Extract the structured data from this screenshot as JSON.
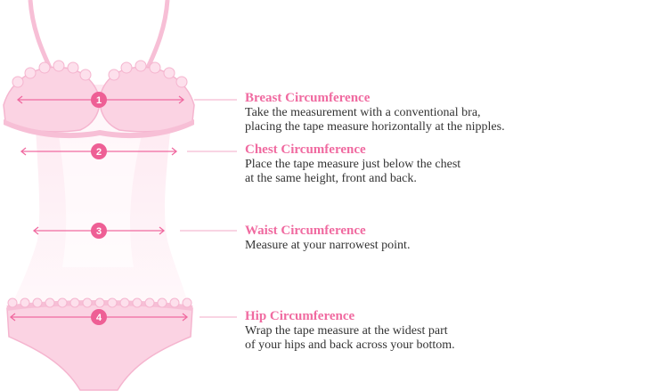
{
  "colors": {
    "accent": "#f06aa0",
    "badge": "#ee5f95",
    "text": "#333333",
    "garment": "#fbd3e3",
    "garment_edge": "#f5b5cf"
  },
  "measurements": [
    {
      "number": "1",
      "title": "Breast Circumference",
      "lines": [
        "Take the measurement with a conventional bra,",
        "placing the tape measure horizontally at the nipples."
      ]
    },
    {
      "number": "2",
      "title": "Chest Circumference",
      "lines": [
        "Place the tape measure just below the chest",
        "at the same height, front and back."
      ]
    },
    {
      "number": "3",
      "title": "Waist Circumference",
      "lines": [
        "Measure at your narrowest point."
      ]
    },
    {
      "number": "4",
      "title": "Hip Circumference",
      "lines": [
        "Wrap the tape measure at the widest part",
        "of your hips and back across your bottom."
      ]
    }
  ]
}
